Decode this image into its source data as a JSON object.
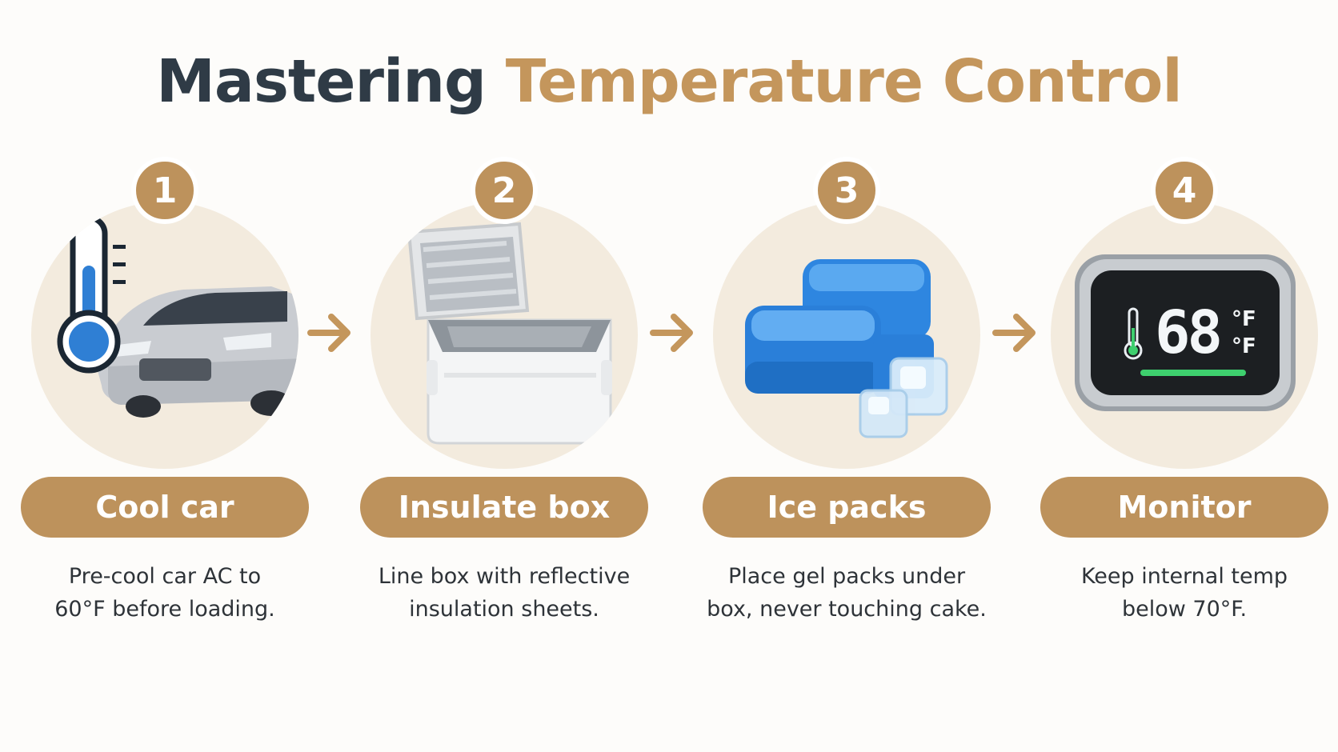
{
  "title": {
    "part1": "Mastering",
    "part2": "Temperature Control"
  },
  "steps": [
    {
      "number": "1",
      "label": "Cool car",
      "desc_line1": "Pre-cool car AC to",
      "desc_line2": "60°F before loading.",
      "icon": "car-thermometer-icon"
    },
    {
      "number": "2",
      "label": "Insulate box",
      "desc_line1": "Line box with reflective",
      "desc_line2": "insulation sheets.",
      "icon": "cooler-box-icon"
    },
    {
      "number": "3",
      "label": "Ice packs",
      "desc_line1": "Place gel packs under",
      "desc_line2": "box, never touching cake.",
      "icon": "ice-pack-icon"
    },
    {
      "number": "4",
      "label": "Monitor",
      "desc_line1": "Keep internal temp",
      "desc_line2": "below 70°F.",
      "icon": "digital-thermometer-icon"
    }
  ],
  "monitor_display": {
    "reading": "68",
    "unit_top": "°F",
    "unit_bottom": "°F"
  },
  "colors": {
    "accent": "#bd925c",
    "title_dark": "#2f3b46",
    "title_gold": "#c4965c",
    "circle_bg": "#f3ebde"
  }
}
